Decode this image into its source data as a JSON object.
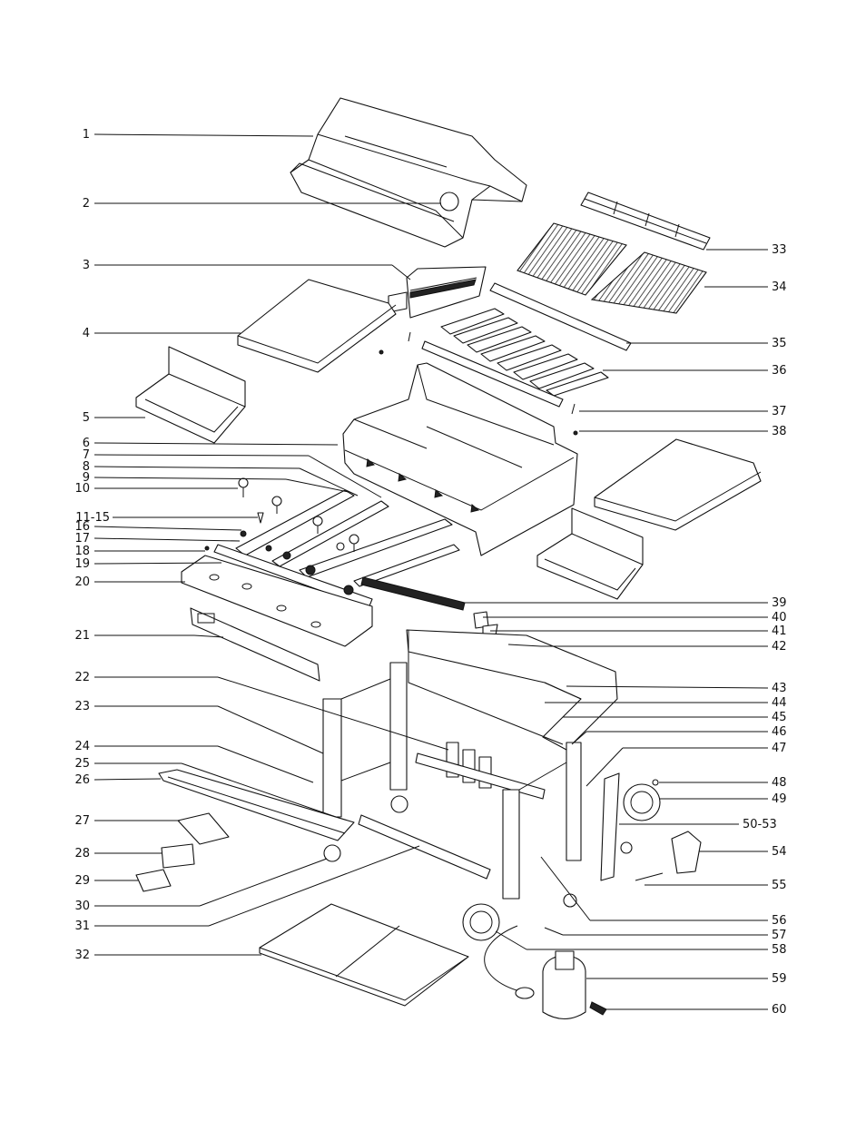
{
  "left_labels": [
    "1",
    "2",
    "3",
    "4",
    "5",
    "6",
    "7",
    "8",
    "9",
    "10",
    "11-15",
    "16",
    "17",
    "18",
    "19",
    "20",
    "21",
    "22",
    "23",
    "24",
    "25",
    "26",
    "27",
    "28",
    "29",
    "30",
    "31",
    "32"
  ],
  "right_labels": [
    "33",
    "34",
    "35",
    "36",
    "37",
    "38",
    "39",
    "40",
    "41",
    "42",
    "43",
    "44",
    "45",
    "46",
    "47",
    "48",
    "49",
    "50-53",
    "54",
    "55",
    "56",
    "57",
    "58",
    "59",
    "60"
  ]
}
